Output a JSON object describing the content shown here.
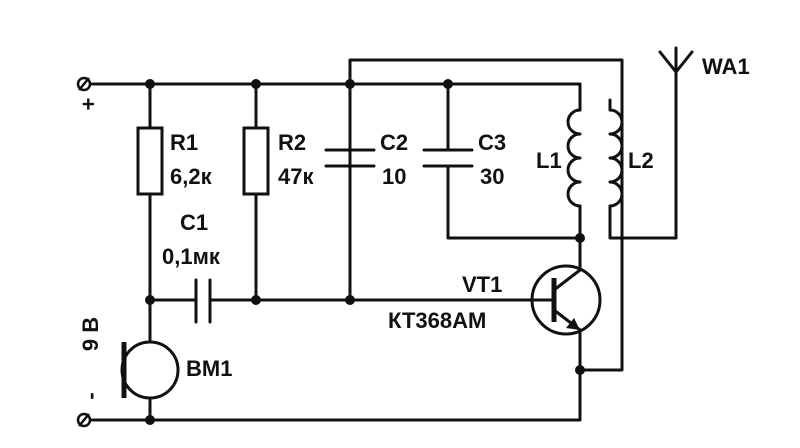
{
  "diagram": {
    "supply_label": "9 B",
    "plus_sign": "+",
    "minus_sign": "-",
    "components": {
      "R1": {
        "ref": "R1",
        "value": "6,2к"
      },
      "R2": {
        "ref": "R2",
        "value": "47к"
      },
      "C1": {
        "ref": "C1",
        "value": "0,1мк"
      },
      "C2": {
        "ref": "C2",
        "value": "10"
      },
      "C3": {
        "ref": "C3",
        "value": "30"
      },
      "L1": {
        "ref": "L1"
      },
      "L2": {
        "ref": "L2"
      },
      "VT1": {
        "ref": "VT1",
        "value": "КТ368АМ"
      },
      "BM1": {
        "ref": "BM1"
      },
      "WA1": {
        "ref": "WA1"
      }
    },
    "colors": {
      "ink": "#111111",
      "background": "#ffffff"
    }
  }
}
